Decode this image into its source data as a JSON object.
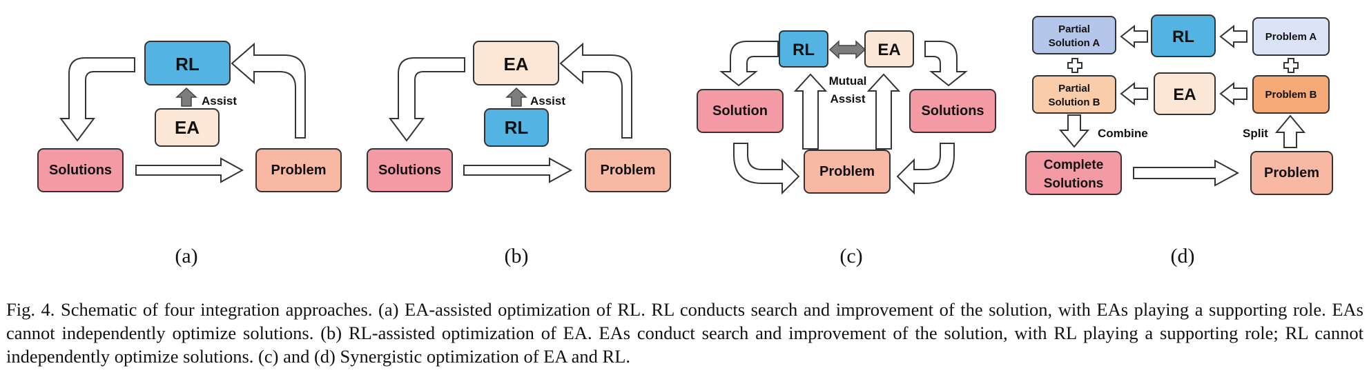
{
  "colors": {
    "rl": "#53b3e3",
    "ea": "#fce6d6",
    "solutions": "#f39aa5",
    "problem": "#f8b8a4",
    "partial_a": "#b4c6ea",
    "problem_a": "#dbe3f6",
    "partial_b": "#f9cdaa",
    "problem_b": "#f4a977",
    "assist_arrow": "#7d7d7d"
  },
  "panels": {
    "a": {
      "label": "(a)",
      "rl": "RL",
      "ea": "EA",
      "assist": "Assist",
      "solutions": "Solutions",
      "problem": "Problem"
    },
    "b": {
      "label": "(b)",
      "ea": "EA",
      "rl": "RL",
      "assist": "Assist",
      "solutions": "Solutions",
      "problem": "Problem"
    },
    "c": {
      "label": "(c)",
      "rl": "RL",
      "ea": "EA",
      "mutual": "Mutual",
      "assist": "Assist",
      "solution": "Solution",
      "solutions": "Solutions",
      "problem": "Problem"
    },
    "d": {
      "label": "(d)",
      "partial_a_line1": "Partial",
      "partial_a_line2": "Solution A",
      "rl": "RL",
      "problem_a": "Problem A",
      "partial_b_line1": "Partial",
      "partial_b_line2": "Solution B",
      "ea": "EA",
      "problem_b": "Problem B",
      "combine": "Combine",
      "split": "Split",
      "complete_line1": "Complete",
      "complete_line2": "Solutions",
      "problem": "Problem"
    }
  },
  "caption": "Fig. 4.   Schematic of four integration approaches. (a) EA-assisted optimization of RL. RL conducts search and improvement of the solution, with EAs playing a supporting role. EAs cannot independently optimize solutions. (b) RL-assisted optimization of EA. EAs conduct search and improvement of the solution, with RL playing a supporting role; RL cannot independently optimize solutions. (c) and (d) Synergistic optimization of EA and RL."
}
